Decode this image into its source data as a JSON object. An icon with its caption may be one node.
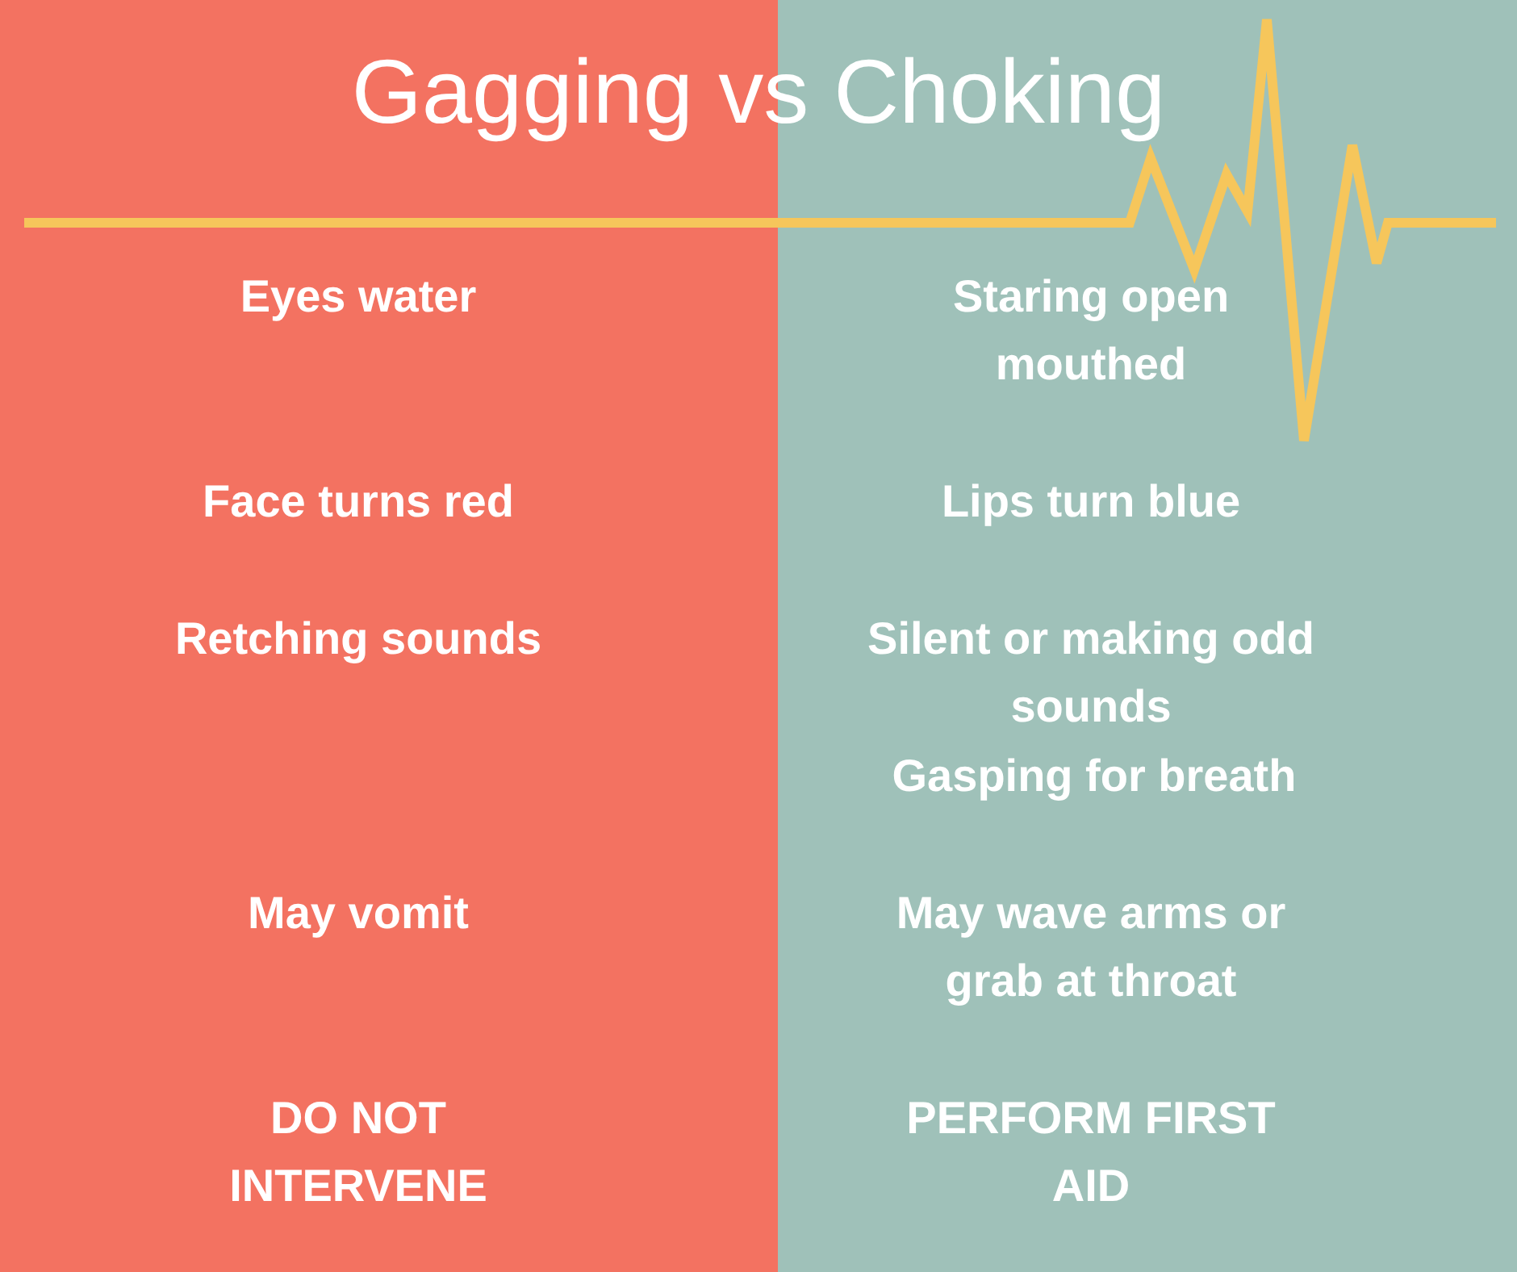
{
  "diagram": {
    "title": "Gagging vs Choking",
    "labels": [
      "Eyes water",
      "Staring open mouthed",
      "Face turns red",
      "Lips turn blue",
      "Retching sounds",
      "Silent or making odd sounds",
      "Gasping for breath",
      "May vomit",
      "May wave arms or grab at throat",
      "DO NOT INTERVENE",
      "PERFORM FIRST AID"
    ]
  }
}
